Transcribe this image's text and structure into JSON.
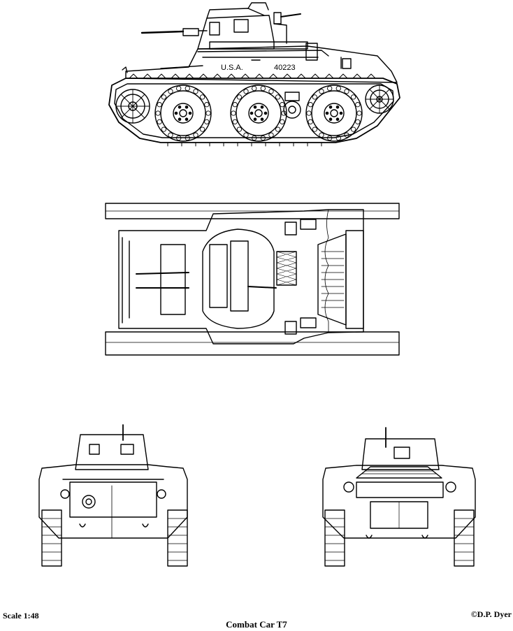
{
  "drawing": {
    "title": "Combat Car T7",
    "scale": "Scale 1:48",
    "copyright": "©D.P. Dyer",
    "hull_marking_usa": "U.S.A.",
    "hull_marking_number": "40223"
  },
  "views": [
    {
      "id": "side-elevation",
      "road_wheels": 3
    },
    {
      "id": "top-plan"
    },
    {
      "id": "front-elevation"
    },
    {
      "id": "rear-elevation"
    }
  ]
}
